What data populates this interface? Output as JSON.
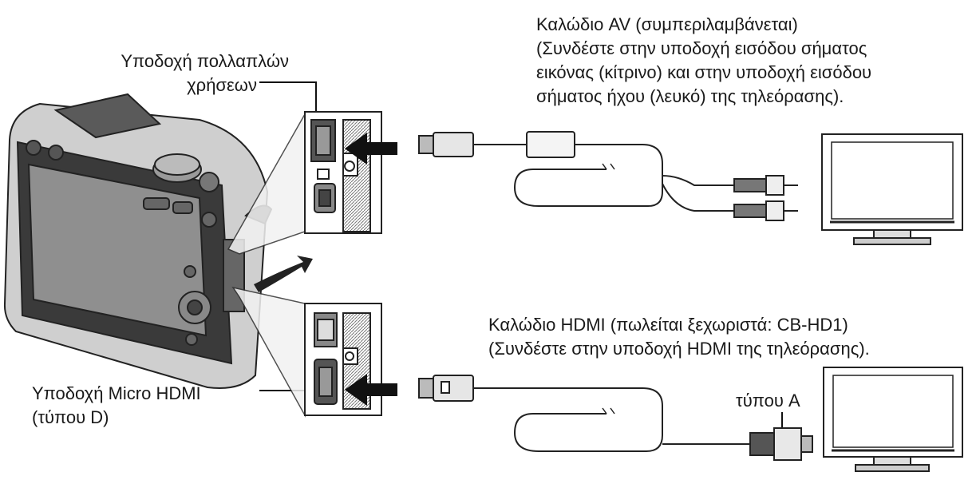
{
  "labels": {
    "multi_port": [
      "Υποδοχή πολλαπλών",
      "χρήσεων"
    ],
    "micro_hdmi": [
      "Υποδοχή Micro HDMI",
      "(τύπου D)"
    ],
    "av_cable": [
      "Καλώδιο AV (συμπεριλαμβάνεται)",
      "(Συνδέστε στην υποδοχή εισόδου σήματος",
      "εικόνας (κίτρινο) και στην υποδοχή εισόδου",
      "σήματος ήχου (λευκό) της τηλεόρασης)."
    ],
    "hdmi_cable": [
      "Καλώδιο HDMI (πωλείται ξεχωριστά: CB-HD1)",
      "(Συνδέστε στην υποδοχή HDMI της τηλεόρασης)."
    ],
    "type_a": "τύπου A"
  },
  "icons": [
    "camera-icon",
    "tv-icon",
    "av-cable-icon",
    "hdmi-cable-icon",
    "rca-plug-icon",
    "hdmi-type-a-plug-icon",
    "arrow-right-icon",
    "curved-arrow-icon"
  ]
}
